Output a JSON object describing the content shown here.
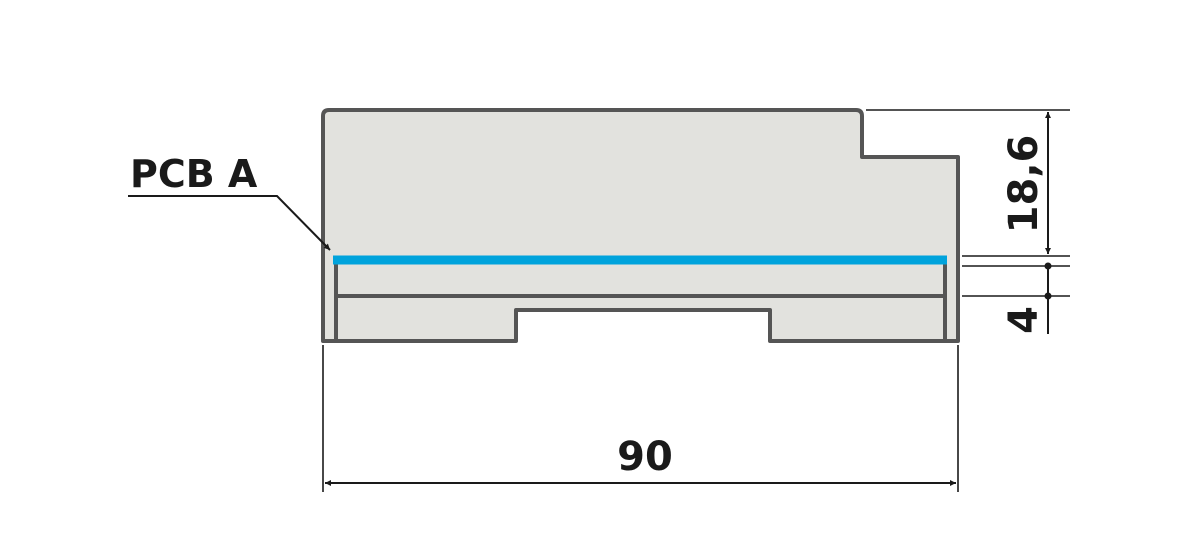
{
  "labels": {
    "component": "PCB A",
    "width_dim": "90",
    "height_dim": "18,6",
    "pcb_offset_dim": "4"
  },
  "colors": {
    "body_fill": "#e2e2de",
    "outline": "#555555",
    "pcb": "#00a3dc",
    "dimension": "#1a1a1a"
  }
}
